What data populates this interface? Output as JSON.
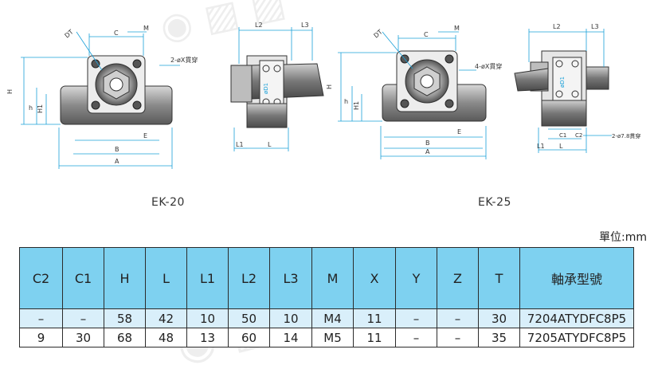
{
  "diagrams": {
    "ek20_front_labels": {
      "c": "C",
      "m": "M",
      "dt": "DT",
      "h": "H",
      "h_small": "h",
      "h1": "H1",
      "e": "E",
      "b": "B",
      "a": "A",
      "hole": "2-øX貫穿"
    },
    "ek20_side_labels": {
      "l2": "L2",
      "l3": "L3",
      "l1": "L1",
      "l": "L",
      "d1": "øD1"
    },
    "ek25_front_labels": {
      "c": "C",
      "m": "M",
      "dt": "DT",
      "h": "H",
      "h_small": "h",
      "h1": "H1",
      "e": "E",
      "b": "B",
      "a": "A",
      "hole": "4-øX貫穿"
    },
    "ek25_side_labels": {
      "l2": "L2",
      "l3": "L3",
      "l1": "L1",
      "l": "L",
      "d1": "øD1",
      "c1": "C1",
      "c2": "C2",
      "hole": "2-ø7.8貫穿"
    }
  },
  "captions": {
    "left": "EK-20",
    "right": "EK-25"
  },
  "unit_label": "單位:mm",
  "table": {
    "headers": [
      "C2",
      "C1",
      "H",
      "L",
      "L1",
      "L2",
      "L3",
      "M",
      "X",
      "Y",
      "Z",
      "T",
      "軸承型號"
    ],
    "rows": [
      [
        "–",
        "–",
        "58",
        "42",
        "10",
        "50",
        "10",
        "M4",
        "11",
        "–",
        "–",
        "30",
        "7204ATYDFC8P5"
      ],
      [
        "9",
        "30",
        "68",
        "48",
        "13",
        "60",
        "14",
        "M5",
        "11",
        "–",
        "–",
        "35",
        "7205ATYDFC8P5"
      ]
    ]
  },
  "colors": {
    "header": "#7ed1f0",
    "row1": "#d9effa",
    "dim": "#1aa0d8"
  }
}
